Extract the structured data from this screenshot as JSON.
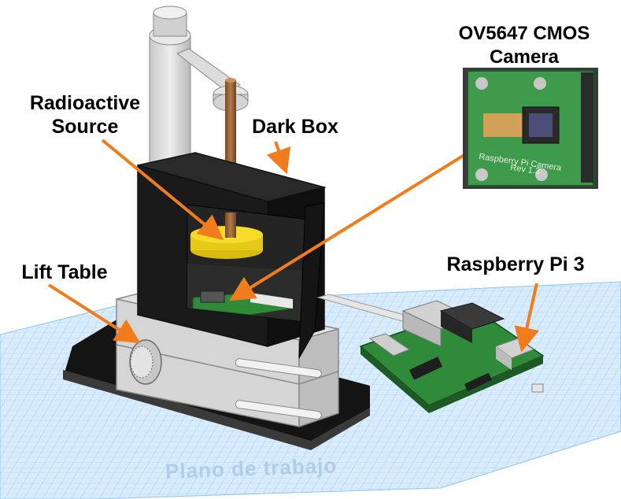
{
  "labels": {
    "radioactive_source": [
      "Radioactive",
      "Source"
    ],
    "dark_box": "Dark Box",
    "lift_table": "Lift Table",
    "raspberry_pi": "Raspberry Pi 3",
    "camera": [
      "OV5647 CMOS",
      "Camera"
    ]
  },
  "camera_board_text": {
    "line1": "Raspberry Pi Camera",
    "line2": "Rev 1.3"
  },
  "workplane_text": "Plano de trabajo",
  "colors": {
    "arrow": "#f07c1e",
    "grid": "#cfe6f8",
    "grid_line": "#8fc4ee",
    "source_disk": "#f2d41c",
    "dark_box": "#1a1a1a",
    "pcb": "#2f8a3a",
    "base": "#141414"
  }
}
